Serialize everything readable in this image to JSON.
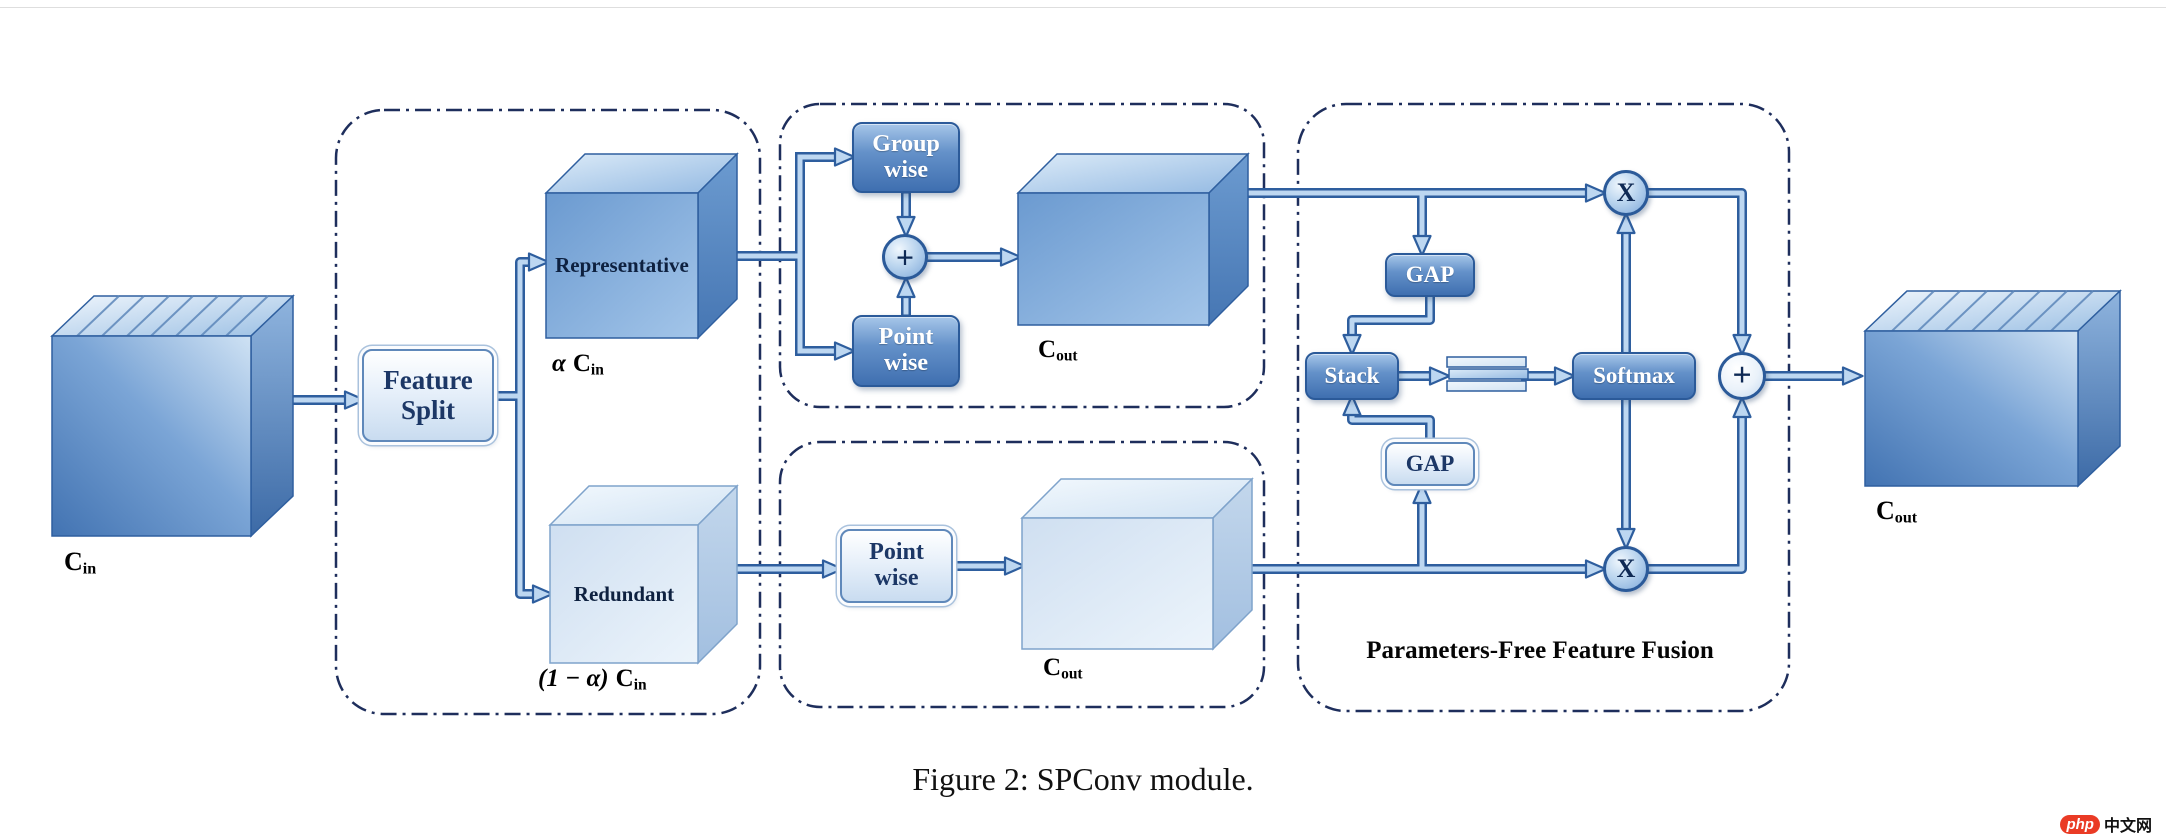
{
  "page": {
    "caption": "Figure 2: SPConv module.",
    "watermark_badge": "php",
    "watermark_text": "中文网"
  },
  "nodes": {
    "feature_split_line1": "Feature",
    "feature_split_line2": "Split",
    "group_wise_line1": "Group",
    "group_wise_line2": "wise",
    "point_wise_top_line1": "Point",
    "point_wise_top_line2": "wise",
    "point_wise_bottom_line1": "Point",
    "point_wise_bottom_line2": "wise",
    "gap_top": "GAP",
    "gap_bottom": "GAP",
    "stack": "Stack",
    "softmax": "Softmax",
    "multiply_top": "X",
    "multiply_bottom": "X",
    "add_branch": "+",
    "add_fusion": "+",
    "fusion_title": "Parameters-Free Feature Fusion"
  },
  "cubes": {
    "input": {
      "base": "C",
      "sub": "in"
    },
    "representative": {
      "face": "Representative",
      "coef": "α",
      "base": "C",
      "sub": "in"
    },
    "redundant": {
      "face": "Redundant",
      "coef": "(1 − α)",
      "base": "C",
      "sub": "in"
    },
    "cout_top": {
      "base": "C",
      "sub": "out"
    },
    "cout_bottom": {
      "base": "C",
      "sub": "out"
    },
    "output": {
      "base": "C",
      "sub": "out"
    }
  },
  "colors": {
    "primary_blue": "#3f6fb0",
    "light_blue": "#cfe2f4",
    "outline_blue": "#2e5e9e",
    "dashed_border": "#1e2e5c",
    "watermark_red": "#ea3b25"
  }
}
